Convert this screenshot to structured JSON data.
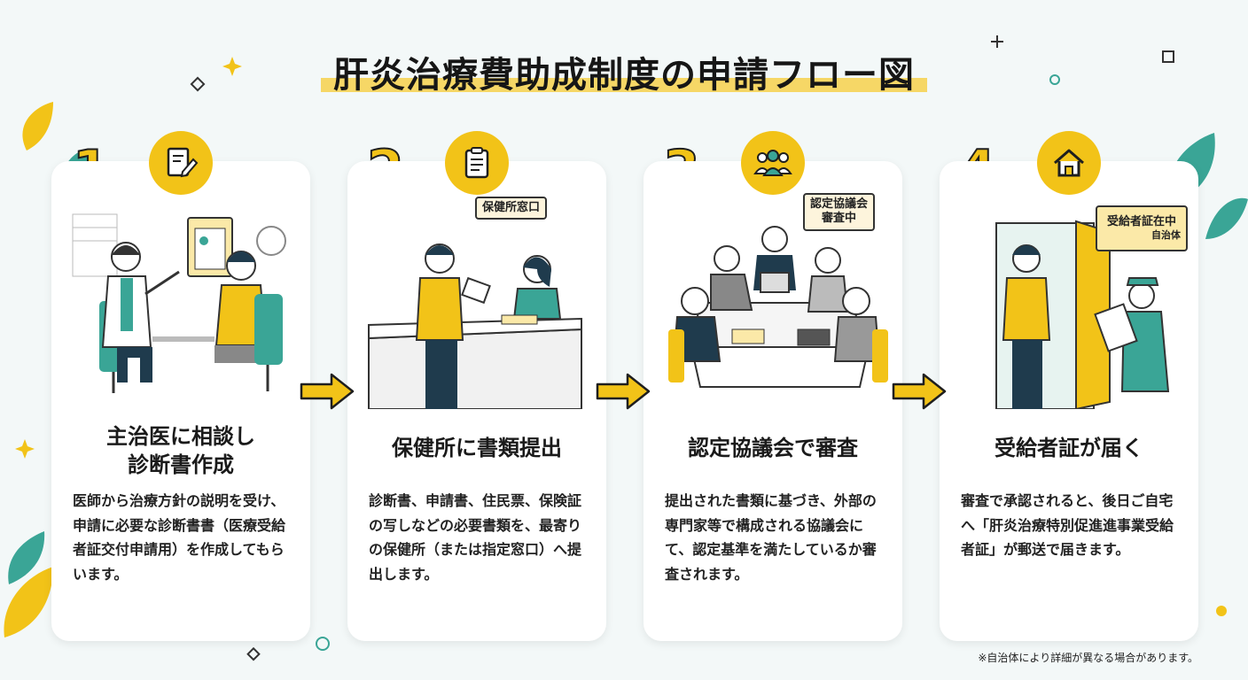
{
  "title": "肝炎治療費助成制度の申請フロー図",
  "steps": [
    {
      "number": "1",
      "heading_line1": "主治医に相談し",
      "heading_line2": "診断書作成",
      "description": "医師から治療方針の説明を受け、申請に必要な診断書書（医療受給者証交付申請用）を作成してもらいます。",
      "icon": "document-pen-icon"
    },
    {
      "number": "2",
      "sign": "保健所窓口",
      "heading_line1": "保健所に書類提出",
      "description": "診断書、申請書、住民票、保険証の写しなどの必要書類を、最寄りの保健所（または指定窓口）へ提出します。",
      "icon": "clipboard-icon"
    },
    {
      "number": "3",
      "sign_line1": "認定協議会",
      "sign_line2": "審査中",
      "heading_line1": "認定協議会で審査",
      "description": "提出された書類に基づき、外部の専門家等で構成される協議会にて、認定基準を満たしているか審査されます。",
      "icon": "group-icon"
    },
    {
      "number": "4",
      "card_line1": "受給者証在中",
      "card_line2": "自治体",
      "heading_line1": "受給者証が届く",
      "description": "審査で承認されると、後日ご自宅へ「肝炎治療特別促進進事業受給者証」が郵送で届きます。",
      "icon": "house-icon"
    }
  ],
  "footnote": "※自治体により詳細が異なる場合があります。",
  "colors": {
    "accent": "#f2c318",
    "teal": "#3aa596",
    "background": "#f3f8f8"
  }
}
